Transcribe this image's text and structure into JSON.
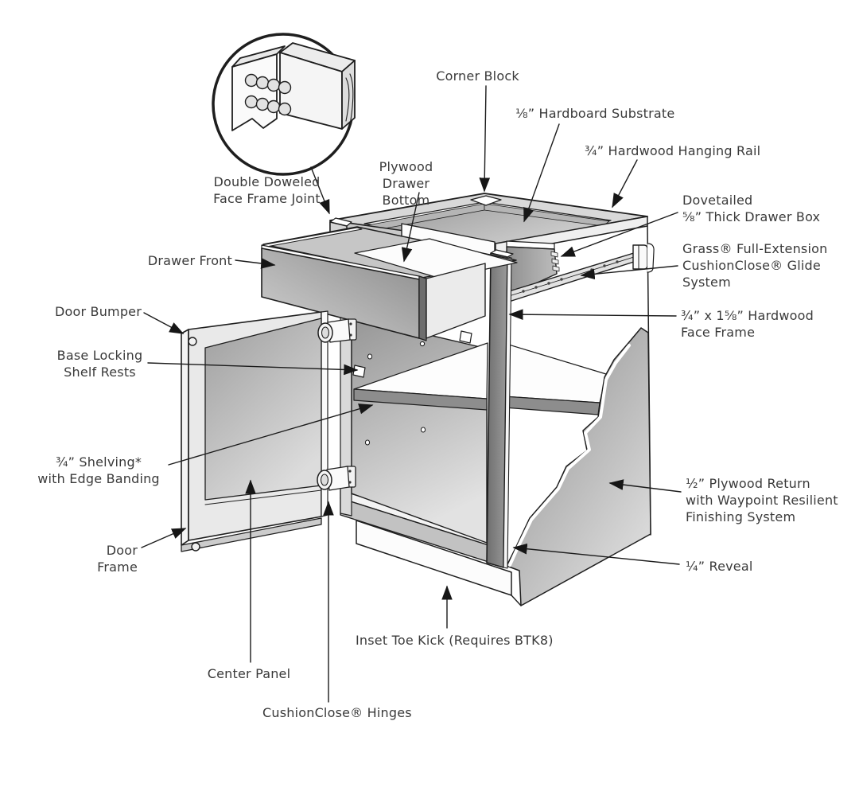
{
  "figure": {
    "kind": "cabinet-construction-callout-diagram",
    "colors": {
      "background": "#ffffff",
      "line_ink": "#1b1b1b",
      "label_text": "#3a3a3a",
      "shade_light": "#ececec",
      "shade_mid": "#c6c6c6",
      "shade_dark": "#8d8d8d"
    }
  },
  "labels": {
    "corner_block": {
      "text": "Corner Block"
    },
    "hardboard_substrate": {
      "text": "⅛” Hardboard Substrate"
    },
    "hanging_rail": {
      "text": "¾” Hardwood Hanging Rail"
    },
    "doweled_joint": {
      "text": "Double Doweled\nFace Frame Joint"
    },
    "plywood_drawer_bottom": {
      "text": "Plywood Drawer\nBottom"
    },
    "dovetailed_drawer_box": {
      "text": "Dovetailed\n⅝”  Thick Drawer Box"
    },
    "drawer_front": {
      "text": "Drawer Front"
    },
    "glide_system": {
      "text": "Grass® Full-Extension\nCushionClose® Glide\nSystem"
    },
    "door_bumper": {
      "text": "Door Bumper"
    },
    "hardwood_face_frame": {
      "text": "¾” x 1⅝” Hardwood\nFace Frame"
    },
    "shelf_rests": {
      "text": "Base Locking\nShelf Rests"
    },
    "shelving": {
      "text": "¾” Shelving*\nwith Edge Banding"
    },
    "plywood_return": {
      "text": "½” Plywood Return\nwith Waypoint Resilient\nFinishing System"
    },
    "door_frame": {
      "text": "Door Frame"
    },
    "reveal": {
      "text": "¼” Reveal"
    },
    "toe_kick": {
      "text": "Inset Toe Kick (Requires BTK8)"
    },
    "center_panel": {
      "text": "Center Panel"
    },
    "hinges": {
      "text": "CushionClose® Hinges"
    }
  }
}
